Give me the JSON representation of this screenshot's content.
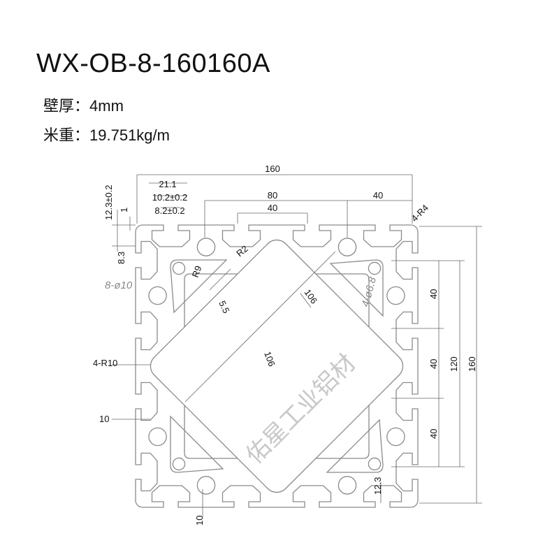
{
  "title": "WX-OB-8-160160A",
  "specs": [
    {
      "label": "壁厚：",
      "value": "4mm"
    },
    {
      "label": "米重：",
      "value": "19.751kg/m"
    }
  ],
  "watermark": "佑星工业铝材",
  "dims": {
    "overall_top": "160",
    "slot_outer": "21.1",
    "slot_inner": "10.2±0.2",
    "slot_opening": "8.2±0.2",
    "hole_spacing_top": "80",
    "slot_spacing_top": "40",
    "corner_to_hole": "40",
    "corner_radius": "4-R4",
    "slot_depth": "12.3±0.2",
    "lip": "1",
    "lip_depth": "8.3",
    "r2": "R2",
    "r9": "R9",
    "holes_10": "8-ø10",
    "wall": "5.5",
    "diag_106_a": "106",
    "holes_68": "4-ø6.8",
    "diag_106_b": "106",
    "r10": "4-R10",
    "left_10": "10",
    "bottom_10": "10",
    "bottom_123": "12.3",
    "right_40_a": "40",
    "right_40_b": "40",
    "right_40_c": "40",
    "right_120": "120",
    "overall_right": "160"
  },
  "colors": {
    "outline": "#8a8a8a",
    "dimension": "#555555",
    "watermark": "#dcdcdc"
  }
}
